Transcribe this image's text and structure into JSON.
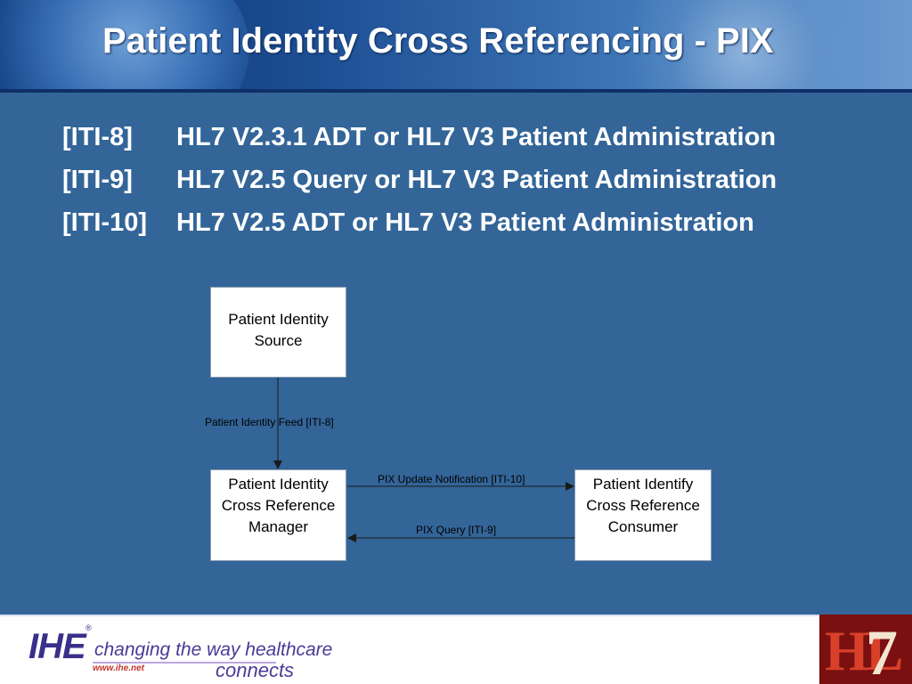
{
  "slide": {
    "title": "Patient Identity Cross Referencing - PIX"
  },
  "transactions": [
    {
      "id": "[ITI-8]",
      "description": "HL7 V2.3.1 ADT or HL7 V3 Patient Administration"
    },
    {
      "id": "[ITI-9]",
      "description": "HL7 V2.5 Query or HL7 V3 Patient Administration"
    },
    {
      "id": "[ITI-10]",
      "description": "HL7 V2.5 ADT or HL7 V3 Patient Administration"
    }
  ],
  "diagram": {
    "actors": {
      "source": "Patient Identity Source",
      "manager": "Patient Identity Cross Reference Manager",
      "consumer": "Patient Identify Cross Reference Consumer"
    },
    "edges": {
      "feed": "Patient Identity Feed [ITI-8]",
      "update": "PIX Update Notification [ITI-10]",
      "query": "PIX Query [ITI-9]"
    }
  },
  "footer": {
    "logo": "IHE",
    "logo_mark": "®",
    "tagline": "changing the way healthcare",
    "tagline_end": "connects",
    "url": "www.ihe.net",
    "partner_logo": "HL7"
  },
  "colors": {
    "background": "#336598",
    "header_dark": "#0a2e6a",
    "box_fill": "#ffffff",
    "logo_purple": "#3a2f8a",
    "hl7_red": "#d8402a"
  }
}
